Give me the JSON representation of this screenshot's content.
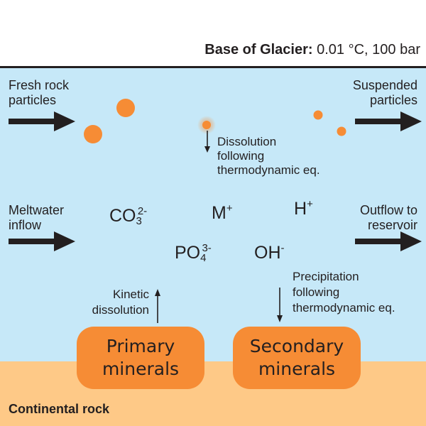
{
  "header": {
    "label_bold": "Base of Glacier:",
    "conditions": "0.01 °C, 100 bar"
  },
  "left_labels": {
    "fresh_rock": [
      "Fresh rock",
      "particles"
    ],
    "meltwater": [
      "Meltwater",
      "inflow"
    ]
  },
  "right_labels": {
    "suspended": [
      "Suspended",
      "particles"
    ],
    "outflow": [
      "Outflow to",
      "reservoir"
    ]
  },
  "process_labels": {
    "dissolution": [
      "Dissolution",
      "following",
      "thermodynamic eq."
    ],
    "kinetic": [
      "Kinetic",
      "dissolution"
    ],
    "precipitation": [
      "Precipitation",
      "following",
      "thermodynamic eq."
    ]
  },
  "ions": {
    "carbonate": {
      "base": "CO",
      "sub": "3",
      "sup": "2-"
    },
    "metal": {
      "base": "M",
      "sup": "+"
    },
    "hydrogen": {
      "base": "H",
      "sup": "+"
    },
    "phosphate": {
      "base": "PO",
      "sub": "4",
      "sup": "3-"
    },
    "hydroxide": {
      "base": "OH",
      "sup": "-"
    }
  },
  "boxes": {
    "primary": [
      "Primary",
      "minerals"
    ],
    "secondary": [
      "Secondary",
      "minerals"
    ]
  },
  "bottom_label": "Continental rock",
  "colors": {
    "water": "#c6e8f8",
    "rock": "#fec987",
    "mineral": "#f68c35",
    "particle": "#f68c35",
    "ink": "#231f20"
  }
}
